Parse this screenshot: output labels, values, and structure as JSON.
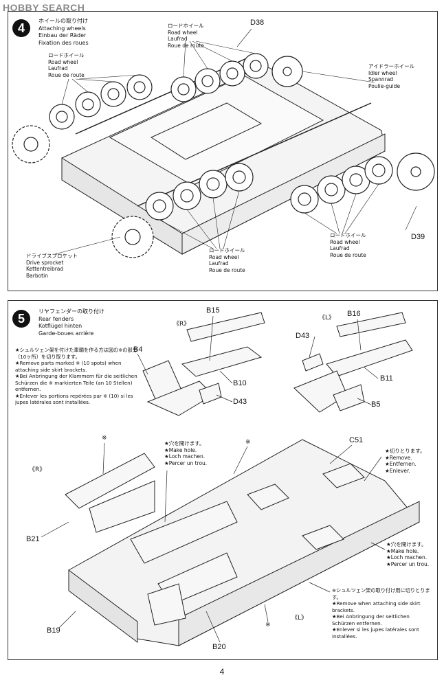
{
  "header": {
    "logo": "HOBBY SEARCH"
  },
  "step4": {
    "number": "4",
    "title": [
      "ホイールの取り付け",
      "Attaching wheels",
      "Einbau der Räder",
      "Fixation des roues"
    ],
    "parts": {
      "d38": "D38",
      "d39": "D39"
    },
    "callouts": {
      "road_wheel_top": [
        "ロードホイール",
        "Road wheel",
        "Laufrad",
        "Roue de route"
      ],
      "road_wheel_left": [
        "ロードホイール",
        "Road wheel",
        "Laufrad",
        "Roue de route"
      ],
      "idler_wheel": [
        "アイドラーホイール",
        "Idler wheel",
        "Spannrad",
        "Poulie-guide"
      ],
      "road_wheel_right": [
        "ロードホイール",
        "Road wheel",
        "Laufrad",
        "Roue de route"
      ],
      "road_wheel_bottom": [
        "ロードホイール",
        "Road wheel",
        "Laufrad",
        "Roue de route"
      ],
      "drive_sprocket": [
        "ドライブスプロケット",
        "Drive sprocket",
        "Kettentreibrad",
        "Barbotin"
      ]
    }
  },
  "step5": {
    "number": "5",
    "title": [
      "リヤフェンダーの取り付け",
      "Rear fenders",
      "Kotflügel hinten",
      "Garde-boues arrière"
    ],
    "note_left": [
      "★シュルツェン架を付けた車輌を作る方は図の※の部分（10ヶ所）を切り取ります。",
      "★Remove parts marked ※ (10 spots) when attaching side skirt brackets.",
      "★Bei Anbringung der Klammern für die seitlichen Schürzen die ※ markierten Teile (an 10 Stellen) entfernen.",
      "★Enlever les portions repérées par ※ (10) si les jupes latérales sont installées."
    ],
    "sides": {
      "r": "《R》",
      "l": "《L》",
      "r2": "《R》",
      "l2": "《L》"
    },
    "parts": {
      "b15": "B15",
      "b16": "B16",
      "b4": "B4",
      "b10": "B10",
      "d43a": "D43",
      "d43b": "D43",
      "b11": "B11",
      "b5": "B5",
      "c51": "C51",
      "b21": "B21",
      "b19": "B19",
      "b20": "B20"
    },
    "asterisk": "※",
    "make_hole_top": [
      "★穴を開けます。",
      "★Make hole.",
      "★Loch machen.",
      "★Percer un trou."
    ],
    "remove": [
      "★切りとります。",
      "★Remove.",
      "★Entfernen.",
      "★Enlever."
    ],
    "make_hole_right": [
      "★穴を開けます。",
      "★Make hole.",
      "★Loch machen.",
      "★Percer un trou."
    ],
    "note_bottom": [
      "※シュルツェン架の取り付け用に切りとります。",
      "★Remove when attaching side skirt brackets.",
      "★Bei Anbringung der seitlichen Schürzen entfernen.",
      "★Enlever si les jupes latérales sont installées."
    ]
  },
  "page": {
    "number": "4"
  }
}
